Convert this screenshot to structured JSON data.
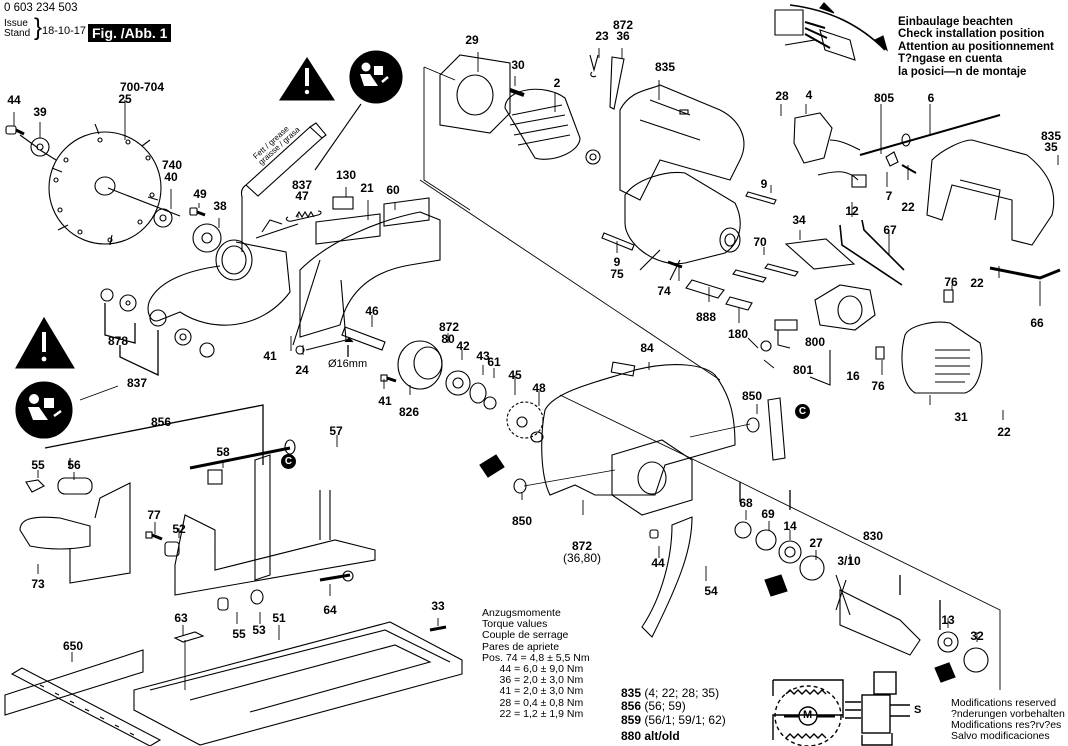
{
  "header": {
    "doc_number": "0 603 234 503",
    "issue_label_1": "Issue",
    "issue_label_2": "Stand",
    "issue_date": "18-10-17",
    "figure_label": "Fig. /Abb. 1"
  },
  "installation_notice": [
    "Einbaulage beachten",
    "Check installation position",
    "Attention au positionnement",
    "T?ngase en cuenta",
    "la posici—n de montaje"
  ],
  "grease_tube_text": [
    "Fett / grease",
    "graisse / grasa"
  ],
  "diameter_note": "Ø16mm",
  "torque": {
    "headings": [
      "Anzugsmomente",
      "Torque values",
      "Couple de serrage",
      "Pares de apriete"
    ],
    "rows": [
      "Pos. 74 = 4,8 ± 5,5 Nm",
      "      44 = 6,0 ± 9,0 Nm",
      "      36 = 2,0 ± 3,0 Nm",
      "      41 = 2,0 ± 3,0 Nm",
      "      28 = 0,4 ± 0,8 Nm",
      "      22 = 1,2 ± 1,9 Nm"
    ]
  },
  "kits": [
    {
      "num": "835",
      "items": " (4; 22; 28; 35)"
    },
    {
      "num": "856",
      "items": " (56; 59)"
    },
    {
      "num": "859",
      "items": " (56/1; 59/1; 62)"
    },
    {
      "num": "880",
      "items": " alt/old"
    }
  ],
  "modifications": [
    "Modifications reserved",
    "?nderungen vorbehalten",
    "Modifications res?rv?es",
    "Salvo modificaciones"
  ],
  "badge_letter": "C",
  "motor_symbol": "M",
  "switch_symbol": "S",
  "part_labels": [
    {
      "id": "44a",
      "text": "44"
    },
    {
      "id": "39",
      "text": "39"
    },
    {
      "id": "700",
      "text": "700-704"
    },
    {
      "id": "25",
      "text": "25"
    },
    {
      "id": "740",
      "text": "740"
    },
    {
      "id": "40",
      "text": "40"
    },
    {
      "id": "49",
      "text": "49"
    },
    {
      "id": "38",
      "text": "38"
    },
    {
      "id": "837a",
      "text": "837"
    },
    {
      "id": "47",
      "text": "47"
    },
    {
      "id": "130",
      "text": "130"
    },
    {
      "id": "21",
      "text": "21"
    },
    {
      "id": "60",
      "text": "60"
    },
    {
      "id": "29",
      "text": "29"
    },
    {
      "id": "30",
      "text": "30"
    },
    {
      "id": "2",
      "text": "2"
    },
    {
      "id": "23",
      "text": "23"
    },
    {
      "id": "872a",
      "text": "872"
    },
    {
      "id": "36",
      "text": "36"
    },
    {
      "id": "835a",
      "text": "835"
    },
    {
      "id": "28",
      "text": "28"
    },
    {
      "id": "4",
      "text": "4"
    },
    {
      "id": "805",
      "text": "805"
    },
    {
      "id": "6",
      "text": "6"
    },
    {
      "id": "835b",
      "text": "835"
    },
    {
      "id": "35",
      "text": "35"
    },
    {
      "id": "7",
      "text": "7"
    },
    {
      "id": "22a",
      "text": "22"
    },
    {
      "id": "12",
      "text": "12"
    },
    {
      "id": "9a",
      "text": "9"
    },
    {
      "id": "34",
      "text": "34"
    },
    {
      "id": "67",
      "text": "67"
    },
    {
      "id": "22b",
      "text": "22"
    },
    {
      "id": "76a",
      "text": "76"
    },
    {
      "id": "66",
      "text": "66"
    },
    {
      "id": "9b",
      "text": "9"
    },
    {
      "id": "75",
      "text": "75"
    },
    {
      "id": "74",
      "text": "74"
    },
    {
      "id": "70",
      "text": "70"
    },
    {
      "id": "888",
      "text": "888"
    },
    {
      "id": "180",
      "text": "180"
    },
    {
      "id": "800",
      "text": "800"
    },
    {
      "id": "801",
      "text": "801"
    },
    {
      "id": "16",
      "text": "16"
    },
    {
      "id": "76b",
      "text": "76"
    },
    {
      "id": "31",
      "text": "31"
    },
    {
      "id": "22c",
      "text": "22"
    },
    {
      "id": "878",
      "text": "878"
    },
    {
      "id": "837b",
      "text": "837"
    },
    {
      "id": "41a",
      "text": "41"
    },
    {
      "id": "24",
      "text": "24"
    },
    {
      "id": "46",
      "text": "46"
    },
    {
      "id": "872b",
      "text": "872"
    },
    {
      "id": "80",
      "text": "80"
    },
    {
      "id": "42",
      "text": "42"
    },
    {
      "id": "43",
      "text": "43"
    },
    {
      "id": "61",
      "text": "61"
    },
    {
      "id": "41b",
      "text": "41"
    },
    {
      "id": "826",
      "text": "826"
    },
    {
      "id": "45",
      "text": "45"
    },
    {
      "id": "48",
      "text": "48"
    },
    {
      "id": "84",
      "text": "84"
    },
    {
      "id": "850a",
      "text": "850"
    },
    {
      "id": "850b",
      "text": "850"
    },
    {
      "id": "872c",
      "text": "872"
    },
    {
      "id": "3680",
      "text": "(36,80)"
    },
    {
      "id": "856",
      "text": "856"
    },
    {
      "id": "57",
      "text": "57"
    },
    {
      "id": "58",
      "text": "58"
    },
    {
      "id": "55a",
      "text": "55"
    },
    {
      "id": "56",
      "text": "56"
    },
    {
      "id": "77",
      "text": "77"
    },
    {
      "id": "52",
      "text": "52"
    },
    {
      "id": "73",
      "text": "73"
    },
    {
      "id": "64",
      "text": "64"
    },
    {
      "id": "55b",
      "text": "55"
    },
    {
      "id": "53",
      "text": "53"
    },
    {
      "id": "63",
      "text": "63"
    },
    {
      "id": "51",
      "text": "51"
    },
    {
      "id": "33",
      "text": "33"
    },
    {
      "id": "650",
      "text": "650"
    },
    {
      "id": "44b",
      "text": "44"
    },
    {
      "id": "54",
      "text": "54"
    },
    {
      "id": "68",
      "text": "68"
    },
    {
      "id": "69",
      "text": "69"
    },
    {
      "id": "14",
      "text": "14"
    },
    {
      "id": "27",
      "text": "27"
    },
    {
      "id": "830",
      "text": "830"
    },
    {
      "id": "310",
      "text": "3/10"
    },
    {
      "id": "13",
      "text": "13"
    },
    {
      "id": "32",
      "text": "32"
    }
  ]
}
